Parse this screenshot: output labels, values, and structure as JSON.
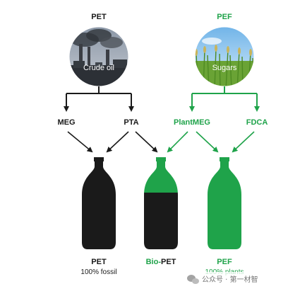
{
  "colors": {
    "fossil": "#1a1a1a",
    "plant": "#1fa34a",
    "text_dark": "#1a1a1a",
    "text_green": "#1fa34a"
  },
  "pet": {
    "heading": "PET",
    "source": "Crude oil",
    "inputs": [
      "MEG",
      "PTA"
    ]
  },
  "pef": {
    "heading": "PEF",
    "source": "Sugars",
    "inputs": [
      "PlantMEG",
      "FDCA"
    ]
  },
  "bottles": [
    {
      "label": "PET",
      "sub": "100% fossil"
    },
    {
      "label_prefix": "Bio-",
      "label": "PET",
      "sub": ""
    },
    {
      "label": "PEF",
      "sub": "100% plants"
    }
  ],
  "watermark": {
    "icon": "wechat-icon",
    "text": "公众号 · 第一材智"
  }
}
